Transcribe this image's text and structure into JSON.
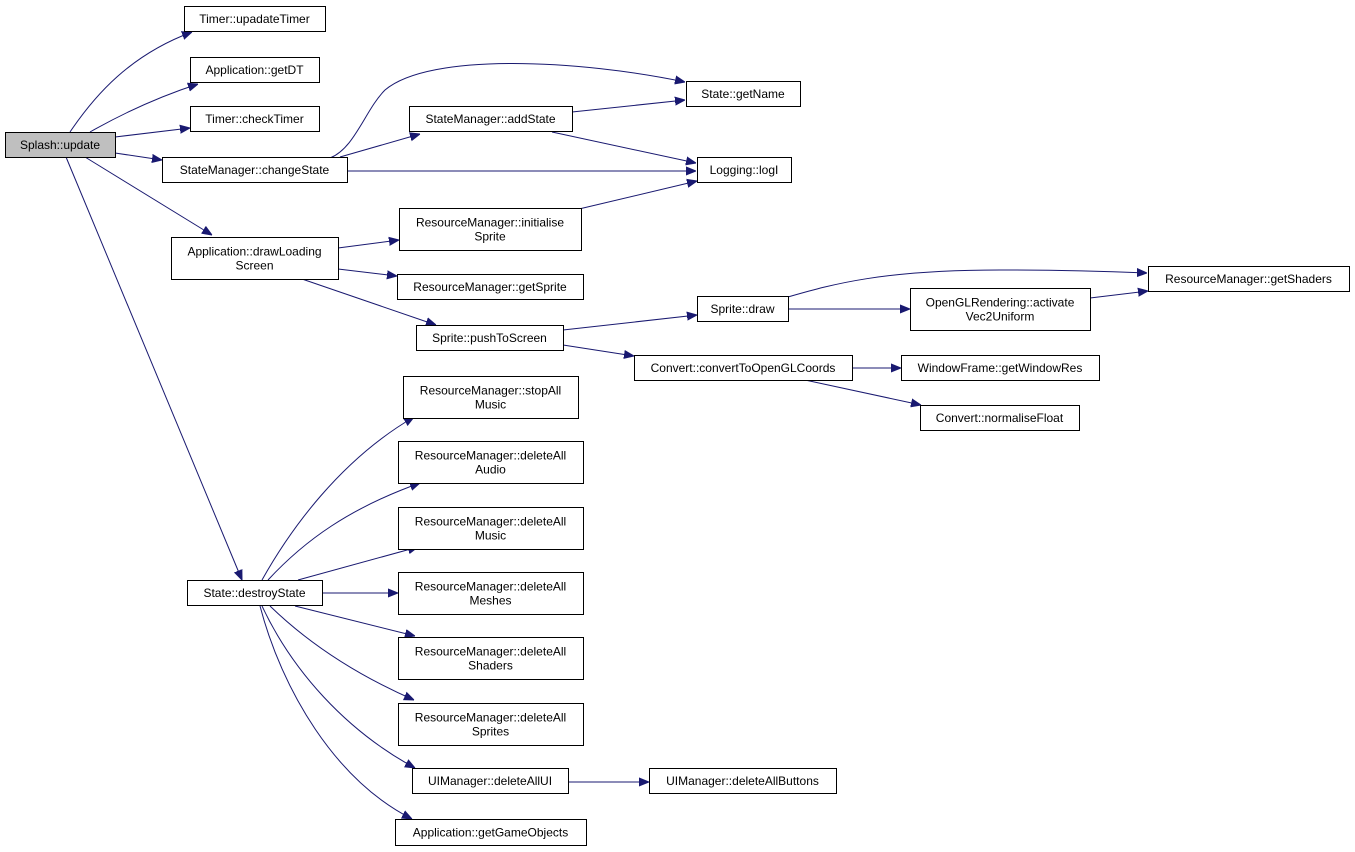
{
  "colors": {
    "edge": "#191970",
    "root_fill": "#bfbfbf",
    "node_fill": "#ffffff",
    "border": "#000000"
  },
  "nodes": {
    "splash_update": [
      "Splash::update"
    ],
    "timer_updatetimer": [
      "Timer::upadateTimer"
    ],
    "application_getdt": [
      "Application::getDT"
    ],
    "timer_checktimer": [
      "Timer::checkTimer"
    ],
    "statemanager_changestate": [
      "StateManager::changeState"
    ],
    "statemanager_addstate": [
      "StateManager::addState"
    ],
    "state_getname": [
      "State::getName"
    ],
    "logging_logi": [
      "Logging::logI"
    ],
    "application_drawloadingscreen": [
      "Application::drawLoading",
      "Screen"
    ],
    "resourcemanager_initialisesprite": [
      "ResourceManager::initialise",
      "Sprite"
    ],
    "resourcemanager_getsprite": [
      "ResourceManager::getSprite"
    ],
    "sprite_pushtoscreen": [
      "Sprite::pushToScreen"
    ],
    "sprite_draw": [
      "Sprite::draw"
    ],
    "resourcemanager_getshaders": [
      "ResourceManager::getShaders"
    ],
    "openglrendering_activatevec2uniform": [
      "OpenGLRendering::activate",
      "Vec2Uniform"
    ],
    "convert_converttoopenglcoords": [
      "Convert::convertToOpenGLCoords"
    ],
    "windowframe_getwindowres": [
      "WindowFrame::getWindowRes"
    ],
    "convert_normalisefloat": [
      "Convert::normaliseFloat"
    ],
    "resourcemanager_stopallmusic": [
      "ResourceManager::stopAll",
      "Music"
    ],
    "resourcemanager_deleteallaudio": [
      "ResourceManager::deleteAll",
      "Audio"
    ],
    "resourcemanager_deleteallmusic": [
      "ResourceManager::deleteAll",
      "Music"
    ],
    "resourcemanager_deleteallmeshes": [
      "ResourceManager::deleteAll",
      "Meshes"
    ],
    "resourcemanager_deleteallshaders": [
      "ResourceManager::deleteAll",
      "Shaders"
    ],
    "resourcemanager_deleteallsprites": [
      "ResourceManager::deleteAll",
      "Sprites"
    ],
    "state_destroystate": [
      "State::destroyState"
    ],
    "uimanager_deleteallui": [
      "UIManager::deleteAllUI"
    ],
    "uimanager_deleteallbuttons": [
      "UIManager::deleteAllButtons"
    ],
    "application_getgameobjects": [
      "Application::getGameObjects"
    ]
  }
}
